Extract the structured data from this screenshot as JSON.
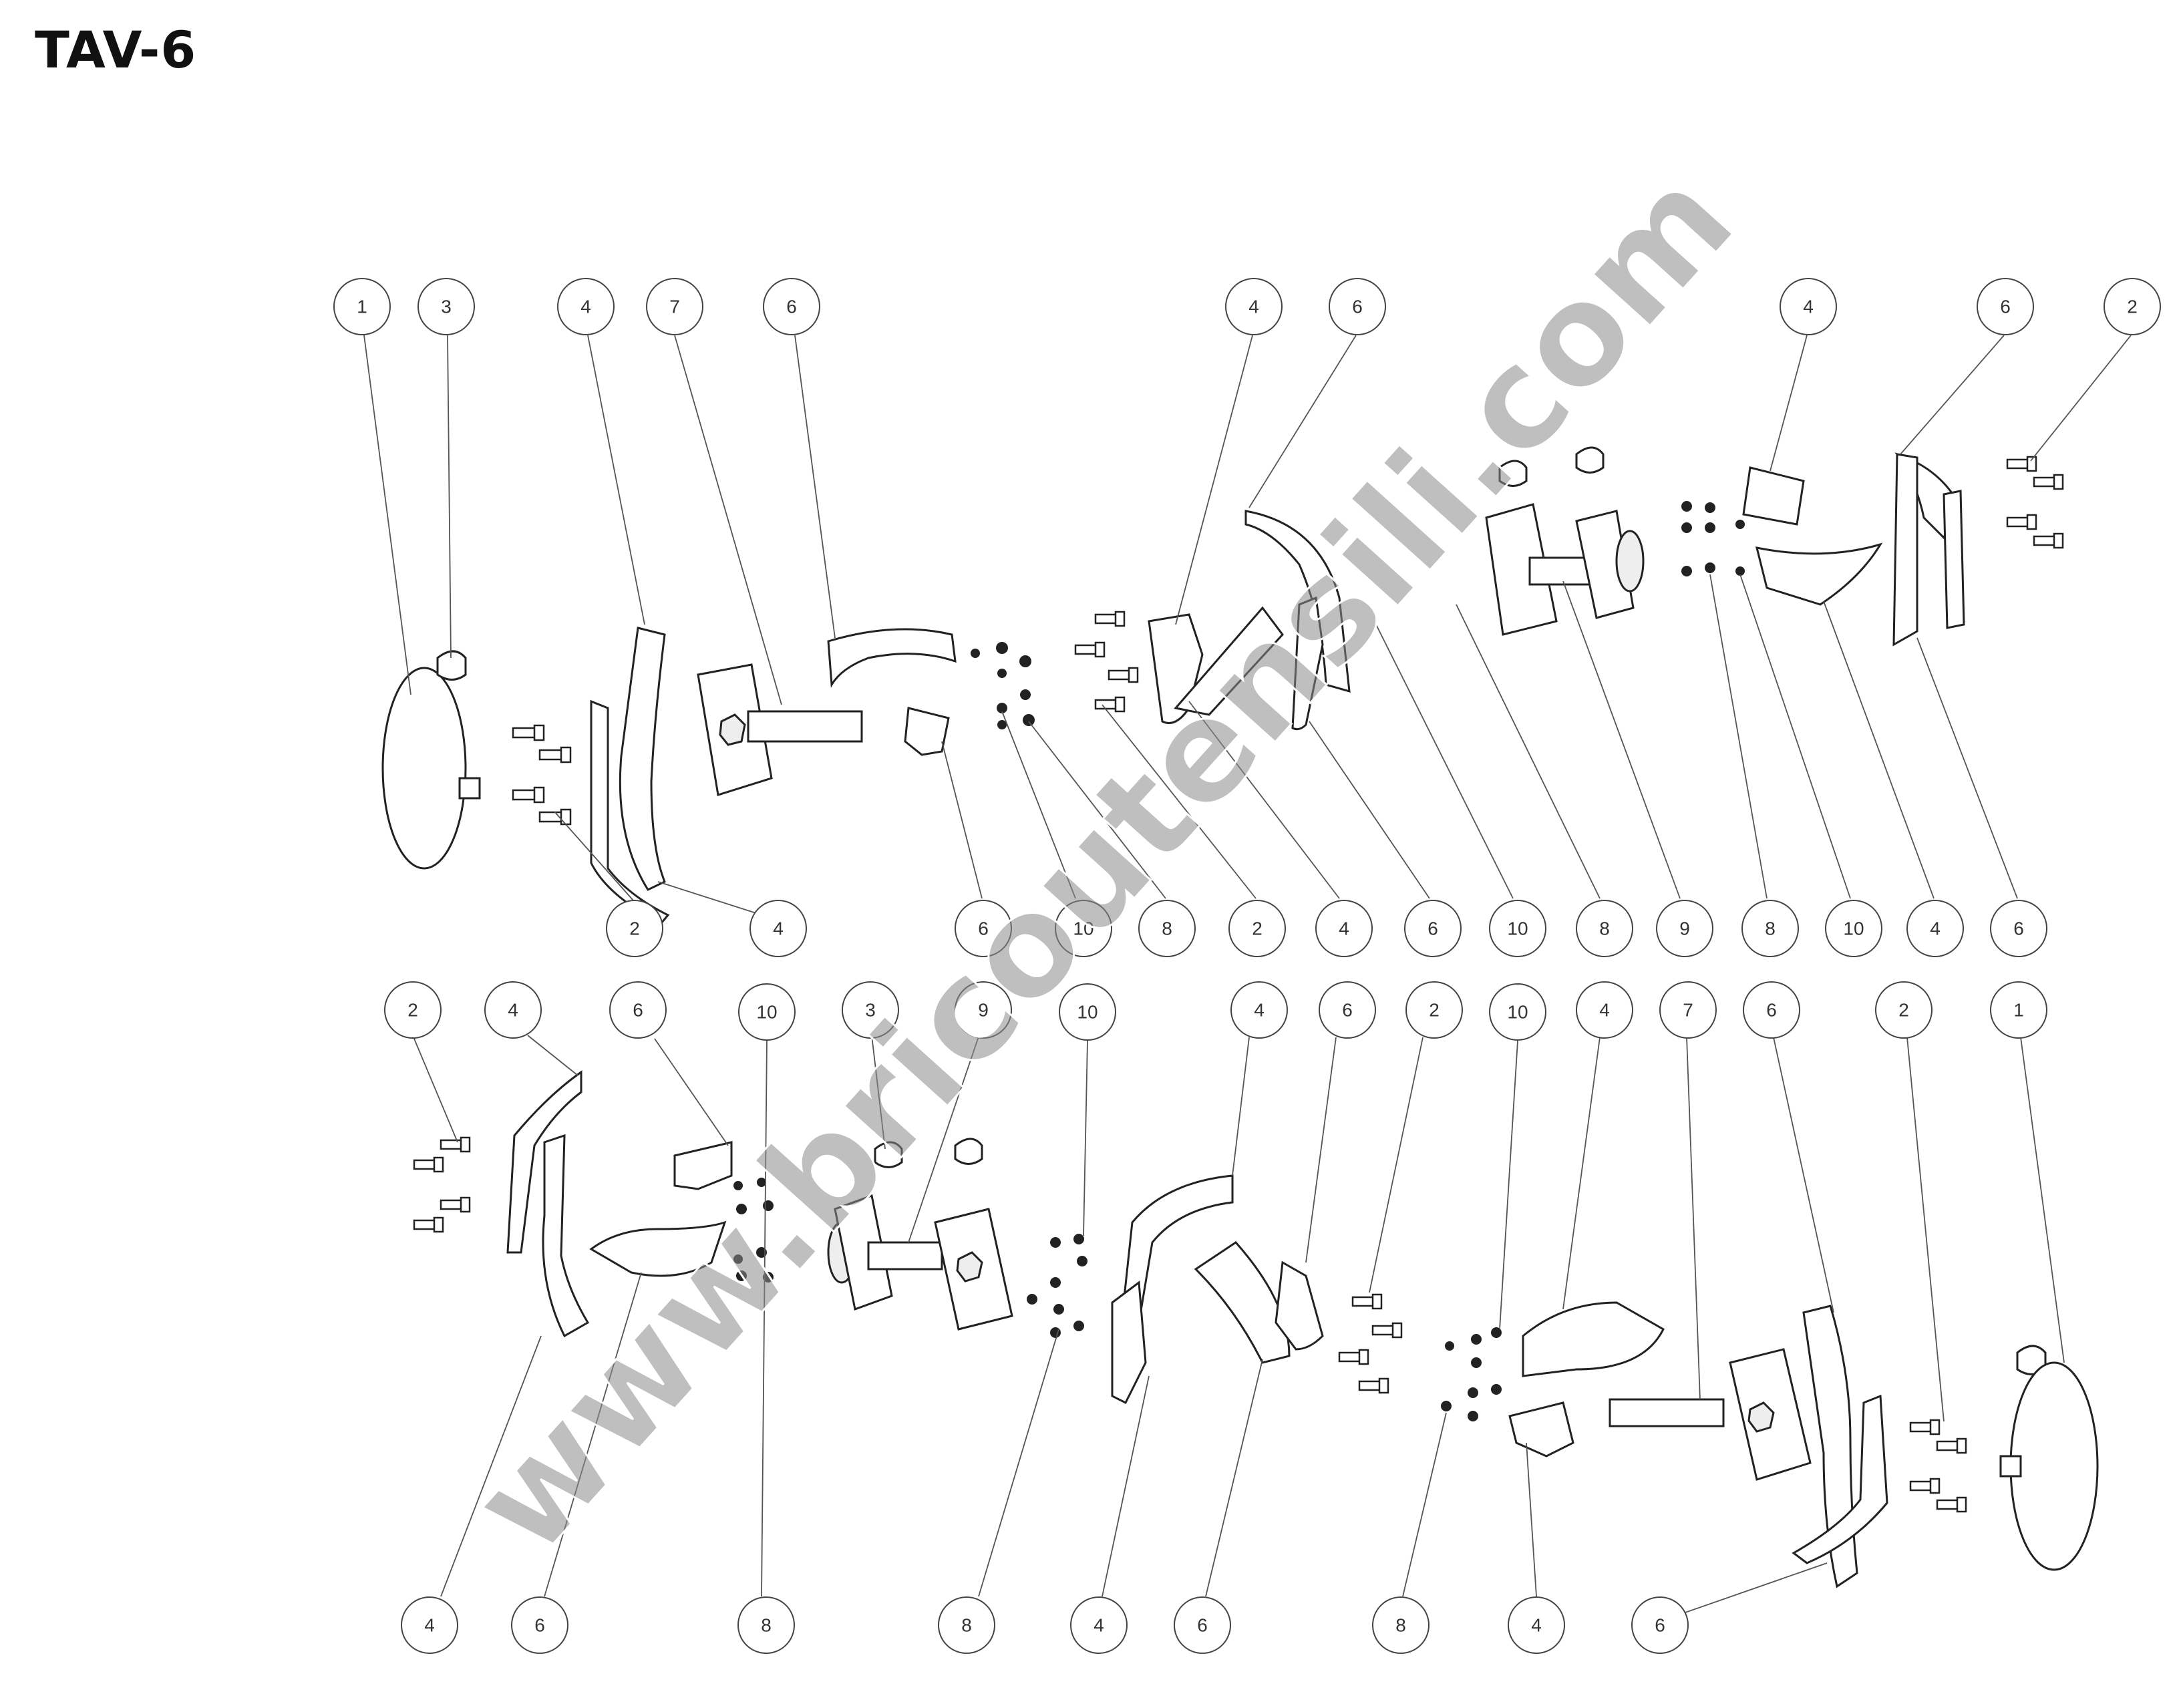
{
  "title": "TAV-6",
  "watermark": "www.bricoutensili.com",
  "top_row": {
    "upper_callouts": [
      "1",
      "3",
      "4",
      "7",
      "6",
      "4",
      "6",
      "4",
      "6",
      "2"
    ],
    "lower_callouts": [
      "2",
      "4",
      "6",
      "10",
      "8",
      "2",
      "4",
      "6",
      "10",
      "8",
      "9",
      "8",
      "10",
      "4",
      "6"
    ]
  },
  "bottom_row": {
    "upper_callouts": [
      "2",
      "4",
      "6",
      "10",
      "3",
      "9",
      "10",
      "4",
      "6",
      "2",
      "10",
      "4",
      "7",
      "6",
      "2",
      "1"
    ],
    "lower_callouts": [
      "4",
      "6",
      "8",
      "8",
      "4",
      "6",
      "8",
      "4",
      "6"
    ]
  }
}
